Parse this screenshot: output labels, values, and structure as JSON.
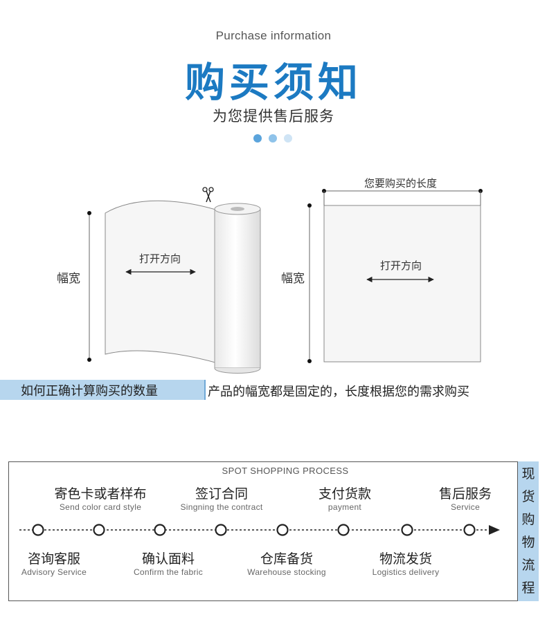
{
  "header": {
    "subtitle_en": "Purchase information",
    "title_cn": "购买须知",
    "tagline": "为您提供售后服务",
    "dot_colors": [
      "#5ba4dc",
      "#8fc3ea",
      "#cfe4f5"
    ]
  },
  "diagram": {
    "roll_width_label": "幅宽",
    "roll_direction_label": "打开方向",
    "sheet_width_label": "幅宽",
    "sheet_direction_label": "打开方向",
    "sheet_length_label": "您要购买的长度",
    "scissors_icon": "scissors-icon"
  },
  "calc": {
    "title": "如何正确计算购买的数量",
    "description": "产品的幅宽都是固定的，长度根据您的需求购买"
  },
  "process": {
    "title": "SPOT SHOPPING PROCESS",
    "side_label_chars": [
      "现",
      "货",
      "购",
      "物",
      "流",
      "程"
    ],
    "top_steps": [
      {
        "cn": "寄色卡或者样布",
        "en": "Send color card style"
      },
      {
        "cn": "签订合同",
        "en": "Singning the contract"
      },
      {
        "cn": "支付货款",
        "en": "payment"
      },
      {
        "cn": "售后服务",
        "en": "Service"
      }
    ],
    "bottom_steps": [
      {
        "cn": "咨询客服",
        "en": "Advisory Service"
      },
      {
        "cn": "确认面料",
        "en": "Confirm the fabric"
      },
      {
        "cn": "仓库备货",
        "en": "Warehouse stocking"
      },
      {
        "cn": "物流发货",
        "en": "Logistics delivery"
      }
    ],
    "accent_color": "#b7d6ee"
  }
}
